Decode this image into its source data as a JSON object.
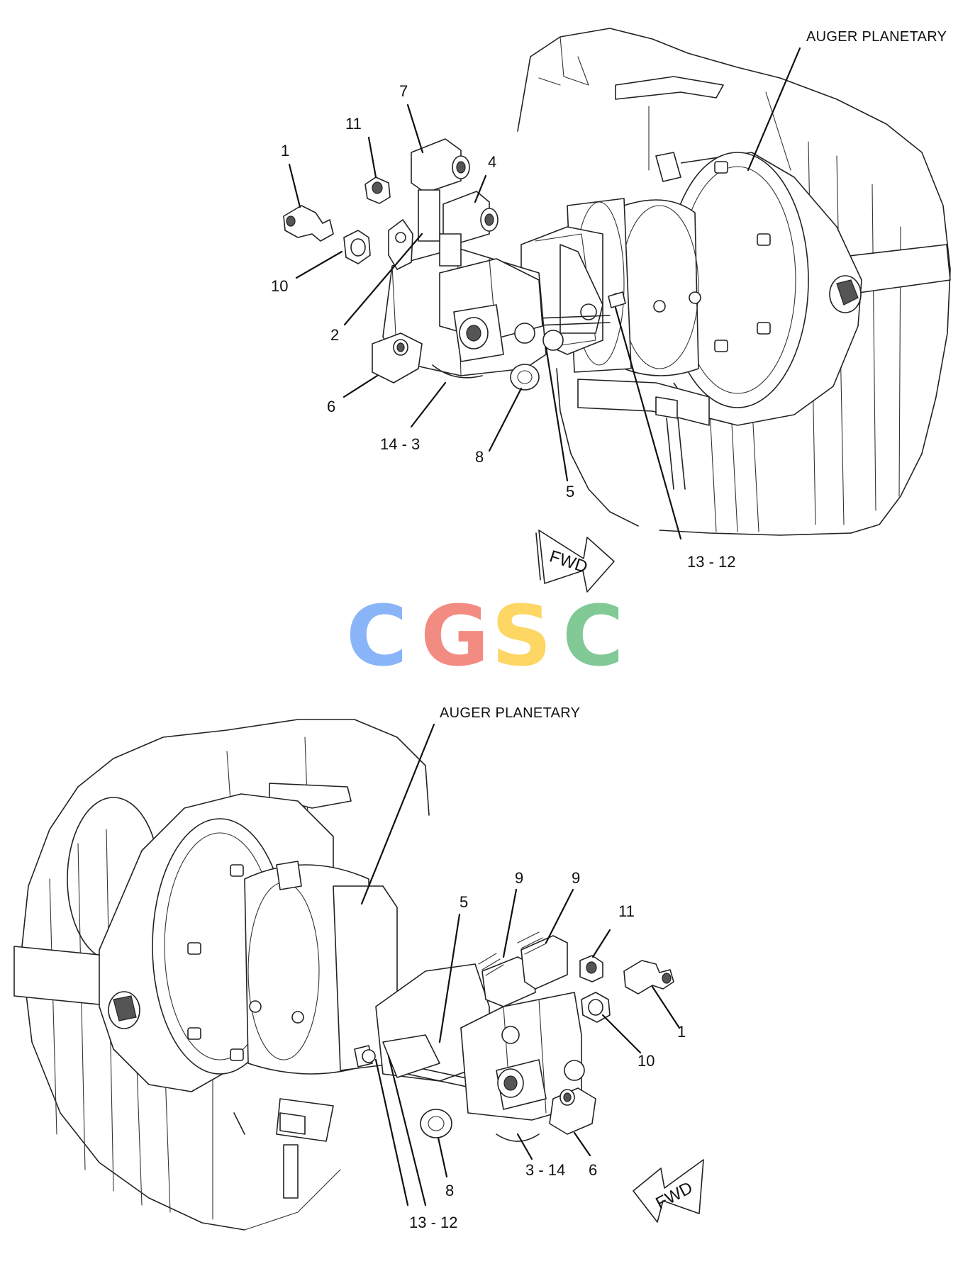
{
  "top_view": {
    "title": "AUGER PLANETARY",
    "callouts": {
      "c1": "1",
      "c2": "2",
      "c4": "4",
      "c5": "5",
      "c6": "6",
      "c7": "7",
      "c8": "8",
      "c10": "10",
      "c11": "11",
      "c13_12": "13 - 12",
      "c14_3": "14 - 3"
    },
    "fwd": "FWD"
  },
  "bottom_view": {
    "title": "AUGER PLANETARY",
    "callouts": {
      "c1": "1",
      "c3_14": "3 - 14",
      "c5": "5",
      "c6": "6",
      "c8": "8",
      "c9a": "9",
      "c9b": "9",
      "c10": "10",
      "c11": "11",
      "c13_12": "13 - 12"
    },
    "fwd": "FWD"
  },
  "watermark": {
    "letters": [
      "C",
      "G",
      "S",
      "C"
    ],
    "colors": [
      "#8ab4f8",
      "#f28b82",
      "#fdd663",
      "#81c995"
    ]
  }
}
